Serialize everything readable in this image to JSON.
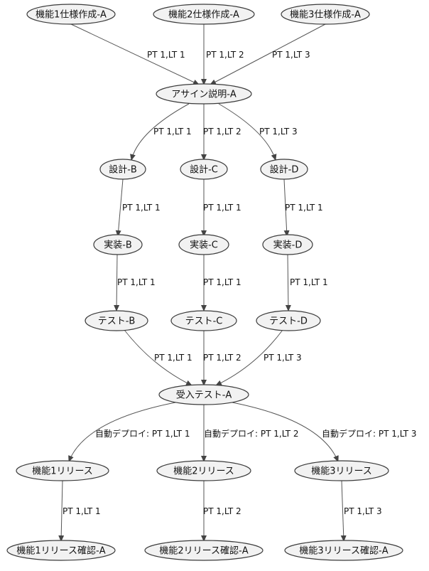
{
  "nodes": {
    "spec1": "機能1仕様作成-A",
    "spec2": "機能2仕様作成-A",
    "spec3": "機能3仕様作成-A",
    "assign": "アサイン説明-A",
    "designB": "設計-B",
    "designC": "設計-C",
    "designD": "設計-D",
    "implB": "実装-B",
    "implC": "実装-C",
    "implD": "実装-D",
    "testB": "テスト-B",
    "testC": "テスト-C",
    "testD": "テスト-D",
    "accept": "受入テスト-A",
    "release1": "機能1リリース",
    "release2": "機能2リリース",
    "release3": "機能3リリース",
    "confirm1": "機能1リリース確認-A",
    "confirm2": "機能2リリース確認-A",
    "confirm3": "機能3リリース確認-A"
  },
  "edges": {
    "spec1_assign": "PT 1,LT 1",
    "spec2_assign": "PT 1,LT 2",
    "spec3_assign": "PT 1,LT 3",
    "assign_designB": "PT 1,LT 1",
    "assign_designC": "PT 1,LT 2",
    "assign_designD": "PT 1,LT 3",
    "designB_implB": "PT 1,LT 1",
    "designC_implC": "PT 1,LT 1",
    "designD_implD": "PT 1,LT 1",
    "implB_testB": "PT 1,LT 1",
    "implC_testC": "PT 1,LT 1",
    "implD_testD": "PT 1,LT 1",
    "testB_accept": "PT 1,LT 1",
    "testC_accept": "PT 1,LT 2",
    "testD_accept": "PT 1,LT 3",
    "accept_release1": "自動デプロイ: PT 1,LT 1",
    "accept_release2": "自動デプロイ: PT 1,LT 2",
    "accept_release3": "自動デプロイ: PT 1,LT 3",
    "release1_confirm1": "PT 1,LT 1",
    "release2_confirm2": "PT 1,LT 2",
    "release3_confirm3": "PT 1,LT 3"
  }
}
